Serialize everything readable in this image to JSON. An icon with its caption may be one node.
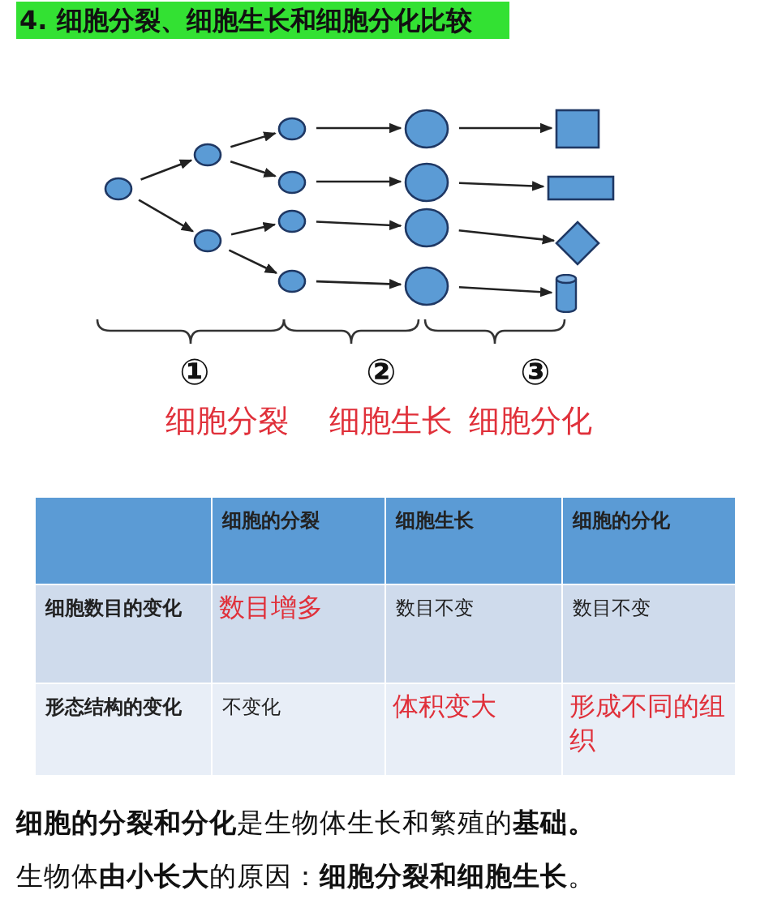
{
  "diagram": {
    "title": "4. 细胞分裂、细胞生长和细胞分化比较",
    "nodes": [
      {
        "text": [],
        "shape": "circle"
      },
      {
        "text": [],
        "shape": "circle"
      },
      {
        "text": [],
        "shape": "circle"
      },
      {
        "text": [],
        "shape": "circle"
      },
      {
        "text": [],
        "shape": "circle"
      },
      {
        "text": [],
        "shape": "circle"
      },
      {
        "text": [],
        "shape": "circle"
      },
      {
        "text": [],
        "shape": "circle"
      },
      {
        "text": [],
        "shape": "circle"
      },
      {
        "text": [],
        "shape": "circle"
      },
      {
        "text": [],
        "shape": "circle"
      },
      {
        "text": [],
        "shape": "box"
      },
      {
        "text": [],
        "shape": "box"
      },
      {
        "text": [],
        "shape": "diamond"
      },
      {
        "text": [],
        "shape": "cylinder"
      }
    ],
    "edges": [
      {
        "from": 0,
        "to": 1,
        "arrow": "to"
      },
      {
        "from": 0,
        "to": 2,
        "arrow": "to"
      },
      {
        "from": 1,
        "to": 3,
        "arrow": "to"
      },
      {
        "from": 1,
        "to": 4,
        "arrow": "to"
      },
      {
        "from": 2,
        "to": 5,
        "arrow": "to"
      },
      {
        "from": 2,
        "to": 6,
        "arrow": "to"
      },
      {
        "from": 3,
        "to": 7,
        "arrow": "to"
      },
      {
        "from": 4,
        "to": 8,
        "arrow": "to"
      },
      {
        "from": 5,
        "to": 9,
        "arrow": "to"
      },
      {
        "from": 6,
        "to": 10,
        "arrow": "to"
      },
      {
        "from": 7,
        "to": 11,
        "arrow": "to"
      },
      {
        "from": 8,
        "to": 12,
        "arrow": "to"
      },
      {
        "from": 9,
        "to": 13,
        "arrow": "to"
      },
      {
        "from": 10,
        "to": 14,
        "arrow": "to"
      }
    ],
    "labels": [
      "①",
      "细胞分裂",
      "②",
      "细胞生长",
      "③",
      "细胞分化",
      "细胞的分裂",
      "细胞生长",
      "细胞的分化",
      "细胞数目的变化",
      "数目增多",
      "数目不变",
      "数目不变",
      "形态结构的变化",
      "不变化",
      "体积变大",
      "形成不同的组织",
      "**细胞的分裂和分化**是生物体生长和繁殖的**基础。**",
      "生物体**由小长大**的原因：**细胞分裂和细胞生长**。"
    ]
  }
}
